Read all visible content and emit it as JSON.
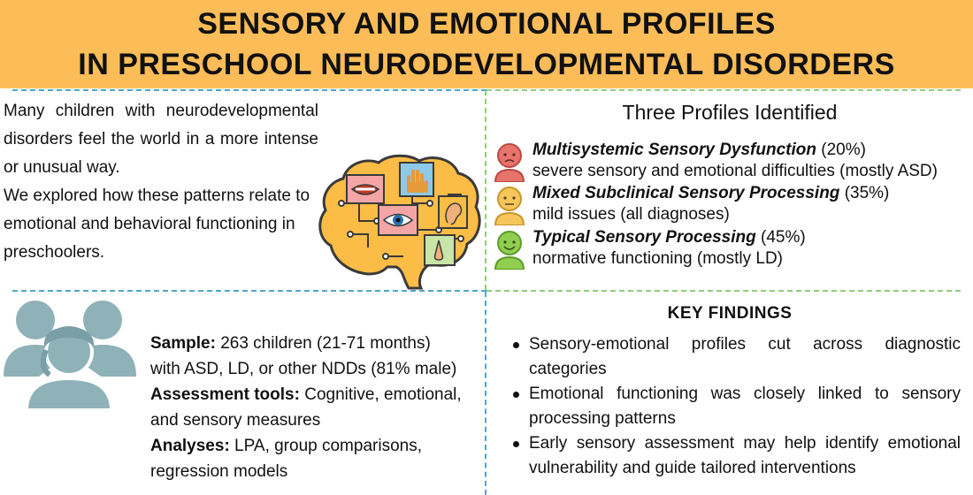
{
  "header": {
    "title_line1": "SENSORY AND EMOTIONAL PROFILES",
    "title_line2": "IN PRESCHOOL NEURODEVELOPMENTAL DISORDERS"
  },
  "intro": {
    "paragraph1": "Many children with neurodevelopmental disorders feel the world in a more intense or unusual way.",
    "paragraph2": "We explored how these patterns relate to emotional and behavioral functioning in preschoolers."
  },
  "profiles": {
    "title": "Three Profiles Identified",
    "items": [
      {
        "name": "Multisystemic Sensory Dysfunction",
        "percent": "(20%)",
        "description": "severe sensory and emotional difficulties (mostly ASD)",
        "color": "#e8736b"
      },
      {
        "name": "Mixed Subclinical Sensory Processing",
        "percent": "(35%)",
        "description": "mild issues (all diagnoses)",
        "color": "#f7c65a"
      },
      {
        "name": "Typical Sensory Processing",
        "percent": "(45%)",
        "description": "normative functioning (mostly LD)",
        "color": "#8fce4f"
      }
    ]
  },
  "sample": {
    "sample_label": "Sample:",
    "sample_text": " 263 children (21-71 months)",
    "sample_text2": "with ASD, LD, or other NDDs (81% male)",
    "tools_label": "Assessment tools:",
    "tools_text": " Cognitive, emotional,",
    "tools_text2": "and sensory measures",
    "analyses_label": "Analyses:",
    "analyses_text": " LPA, group comparisons,",
    "analyses_text2": "regression models"
  },
  "key_findings": {
    "title": "KEY FINDINGS",
    "items": [
      "Sensory-emotional profiles cut across diagnostic categories",
      "Emotional functioning was closely linked to sensory processing patterns",
      "Early sensory assessment may help identify emotional vulnerability and guide tailored interventions"
    ]
  },
  "colors": {
    "banner": "#fcbd58",
    "brain": "#fbbd45",
    "brain_outline": "#3a3a3a",
    "people": "#8fb2b8",
    "divider_blue": "#4fa6c8",
    "divider_green": "#8fce7a"
  },
  "icons": [
    "brain-icon",
    "mouth-icon",
    "hand-icon",
    "eye-icon",
    "ear-icon",
    "nose-icon",
    "people-icon",
    "face-icon"
  ]
}
